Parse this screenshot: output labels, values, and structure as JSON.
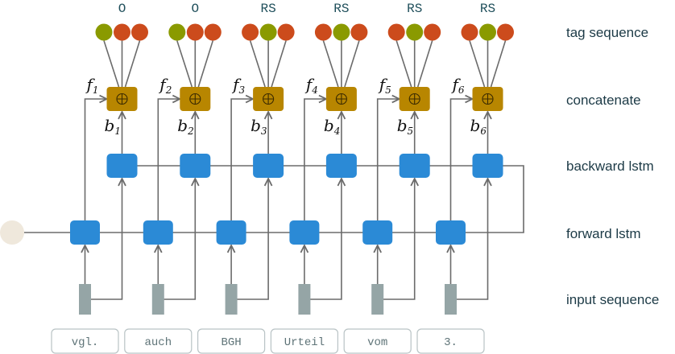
{
  "colors": {
    "tag_active": "#8a9a00",
    "tag_inactive": "#cc4b1c",
    "concat": "#b88600",
    "lstm": "#2b8ad6",
    "input": "#95a5a6",
    "init_state": "#efe8dc"
  },
  "row_labels": {
    "tags": "tag sequence",
    "concat": "concatenate",
    "backward": "backward lstm",
    "forward": "forward lstm",
    "input": "input sequence"
  },
  "concat_symbol": "⊕",
  "columns": [
    {
      "word": "vgl.",
      "tag": "O",
      "tag_states": [
        "active",
        "inactive",
        "inactive"
      ],
      "f_label": "f",
      "f_index": "1",
      "b_label": "b",
      "b_index": "1"
    },
    {
      "word": "auch",
      "tag": "O",
      "tag_states": [
        "active",
        "inactive",
        "inactive"
      ],
      "f_label": "f",
      "f_index": "2",
      "b_label": "b",
      "b_index": "2"
    },
    {
      "word": "BGH",
      "tag": "RS",
      "tag_states": [
        "inactive",
        "active",
        "inactive"
      ],
      "f_label": "f",
      "f_index": "3",
      "b_label": "b",
      "b_index": "3"
    },
    {
      "word": "Urteil",
      "tag": "RS",
      "tag_states": [
        "inactive",
        "active",
        "inactive"
      ],
      "f_label": "f",
      "f_index": "4",
      "b_label": "b",
      "b_index": "4"
    },
    {
      "word": "vom",
      "tag": "RS",
      "tag_states": [
        "inactive",
        "active",
        "inactive"
      ],
      "f_label": "f",
      "f_index": "5",
      "b_label": "b",
      "b_index": "5"
    },
    {
      "word": "3.",
      "tag": "RS",
      "tag_states": [
        "inactive",
        "active",
        "inactive"
      ],
      "f_label": "f",
      "f_index": "6",
      "b_label": "b",
      "b_index": "6"
    }
  ]
}
